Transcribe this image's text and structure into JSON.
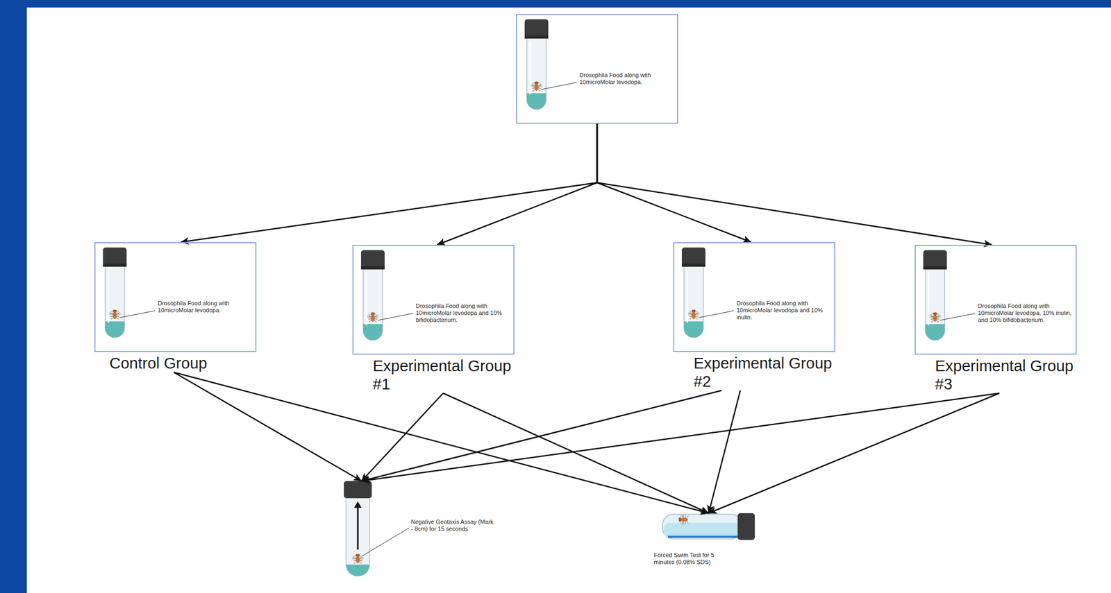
{
  "diagram": {
    "nodes": [
      {
        "text": [
          "Drosophila Food along with 10microMolar levodopa."
        ]
      },
      {
        "text": [
          "Drosophila Food along with 10microMolar levodopa.",
          "Control Group"
        ]
      },
      {
        "text": [
          "Drosophila Food along with 10microMolar levodopa and 10% bifidobacterium.",
          "Experimental Group #1"
        ]
      },
      {
        "text": [
          "Drosophila Food along with 10microMolar levodopa and 10% inulin.",
          "Experimental Group #2"
        ]
      },
      {
        "text": [
          "Drosophila Food along with 10microMolar levodopa, 10% inulin, and 10% bifidobacterium.",
          "Experimental Group #3"
        ]
      },
      {
        "text": [
          "Negative Geotaxis Assay (Mark - 8cm) for 15 seconds"
        ]
      },
      {
        "text": [
          "Forced Swim Test for 5 minutes (0.08% SDS)"
        ]
      }
    ],
    "edges": [
      {
        "from": 0,
        "to": 1,
        "arrow": "to"
      },
      {
        "from": 0,
        "to": 2,
        "arrow": "to"
      },
      {
        "from": 0,
        "to": 3,
        "arrow": "to"
      },
      {
        "from": 0,
        "to": 4,
        "arrow": "to"
      },
      {
        "from": 1,
        "to": 5,
        "arrow": "to"
      },
      {
        "from": 1,
        "to": 6,
        "arrow": "to"
      },
      {
        "from": 2,
        "to": 5,
        "arrow": "to"
      },
      {
        "from": 2,
        "to": 6,
        "arrow": "to"
      },
      {
        "from": 3,
        "to": 5,
        "arrow": "to"
      },
      {
        "from": 3,
        "to": 6,
        "arrow": "to"
      },
      {
        "from": 4,
        "to": 5,
        "arrow": "to"
      },
      {
        "from": 4,
        "to": 6,
        "arrow": "to"
      }
    ]
  }
}
